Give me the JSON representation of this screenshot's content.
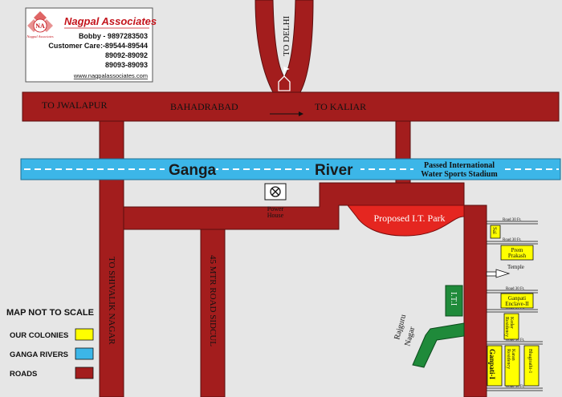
{
  "brand": {
    "company": "Nagpal Associates",
    "logo_letters": "NA",
    "logo_caption": "Nagpal Associates",
    "contact_person": "Bobby - 9897283503",
    "customer_care_line1": "Customer Care:-89544-89544",
    "customer_care_line2": "89092-89092",
    "customer_care_line3": "89093-89093",
    "website": "www.nagpalassociates.com"
  },
  "labels": {
    "to_delhi": "TO DELHI",
    "to_jwalapur": "TO JWALAPUR",
    "bahadrabad": "BAHADRABAD",
    "to_kaliar": "TO KALIAR",
    "ganga": "Ganga",
    "river": "River",
    "stadium_line1": "Passed International",
    "stadium_line2": "Water Sports Stadium",
    "power_house_line1": "Power",
    "power_house_line2": "House",
    "it_park": "Proposed I.T. Park",
    "to_shivalik": "TO SHIVALIK NAGAR",
    "sidcul_road": "45 MTR ROAD SIDCUL",
    "iti": "I.T.I",
    "rajguru_line1": "Rajguru",
    "rajguru_line2": "Nagar",
    "temple": "Temple"
  },
  "colonies": {
    "sai": "Sai",
    "prem_line1": "Prem",
    "prem_line2": "Prakash",
    "ganpati2_line1": "Ganpati",
    "ganpati2_line2": "Enclave-II",
    "kedar_line1": "Kedar",
    "kedar_line2": "Residency",
    "ganpati1": "Ganpati-I",
    "karan_line1": "Karan",
    "karan_line2": "Residency",
    "bhagirathi": "Bhagirathi-1"
  },
  "road_tags": {
    "road_30ft": "Road 30 Ft."
  },
  "legend": {
    "scale_note": "MAP NOT TO SCALE",
    "colonies": "OUR COLONIES",
    "rivers": "GANGA RIVERS",
    "roads": "ROADS"
  },
  "colors": {
    "road": "#a31d1d",
    "river": "#3cb6e8",
    "colony": "#ffff00",
    "it_park": "#e52620",
    "green": "#1f8a3a",
    "brand_red": "#c4141c"
  }
}
